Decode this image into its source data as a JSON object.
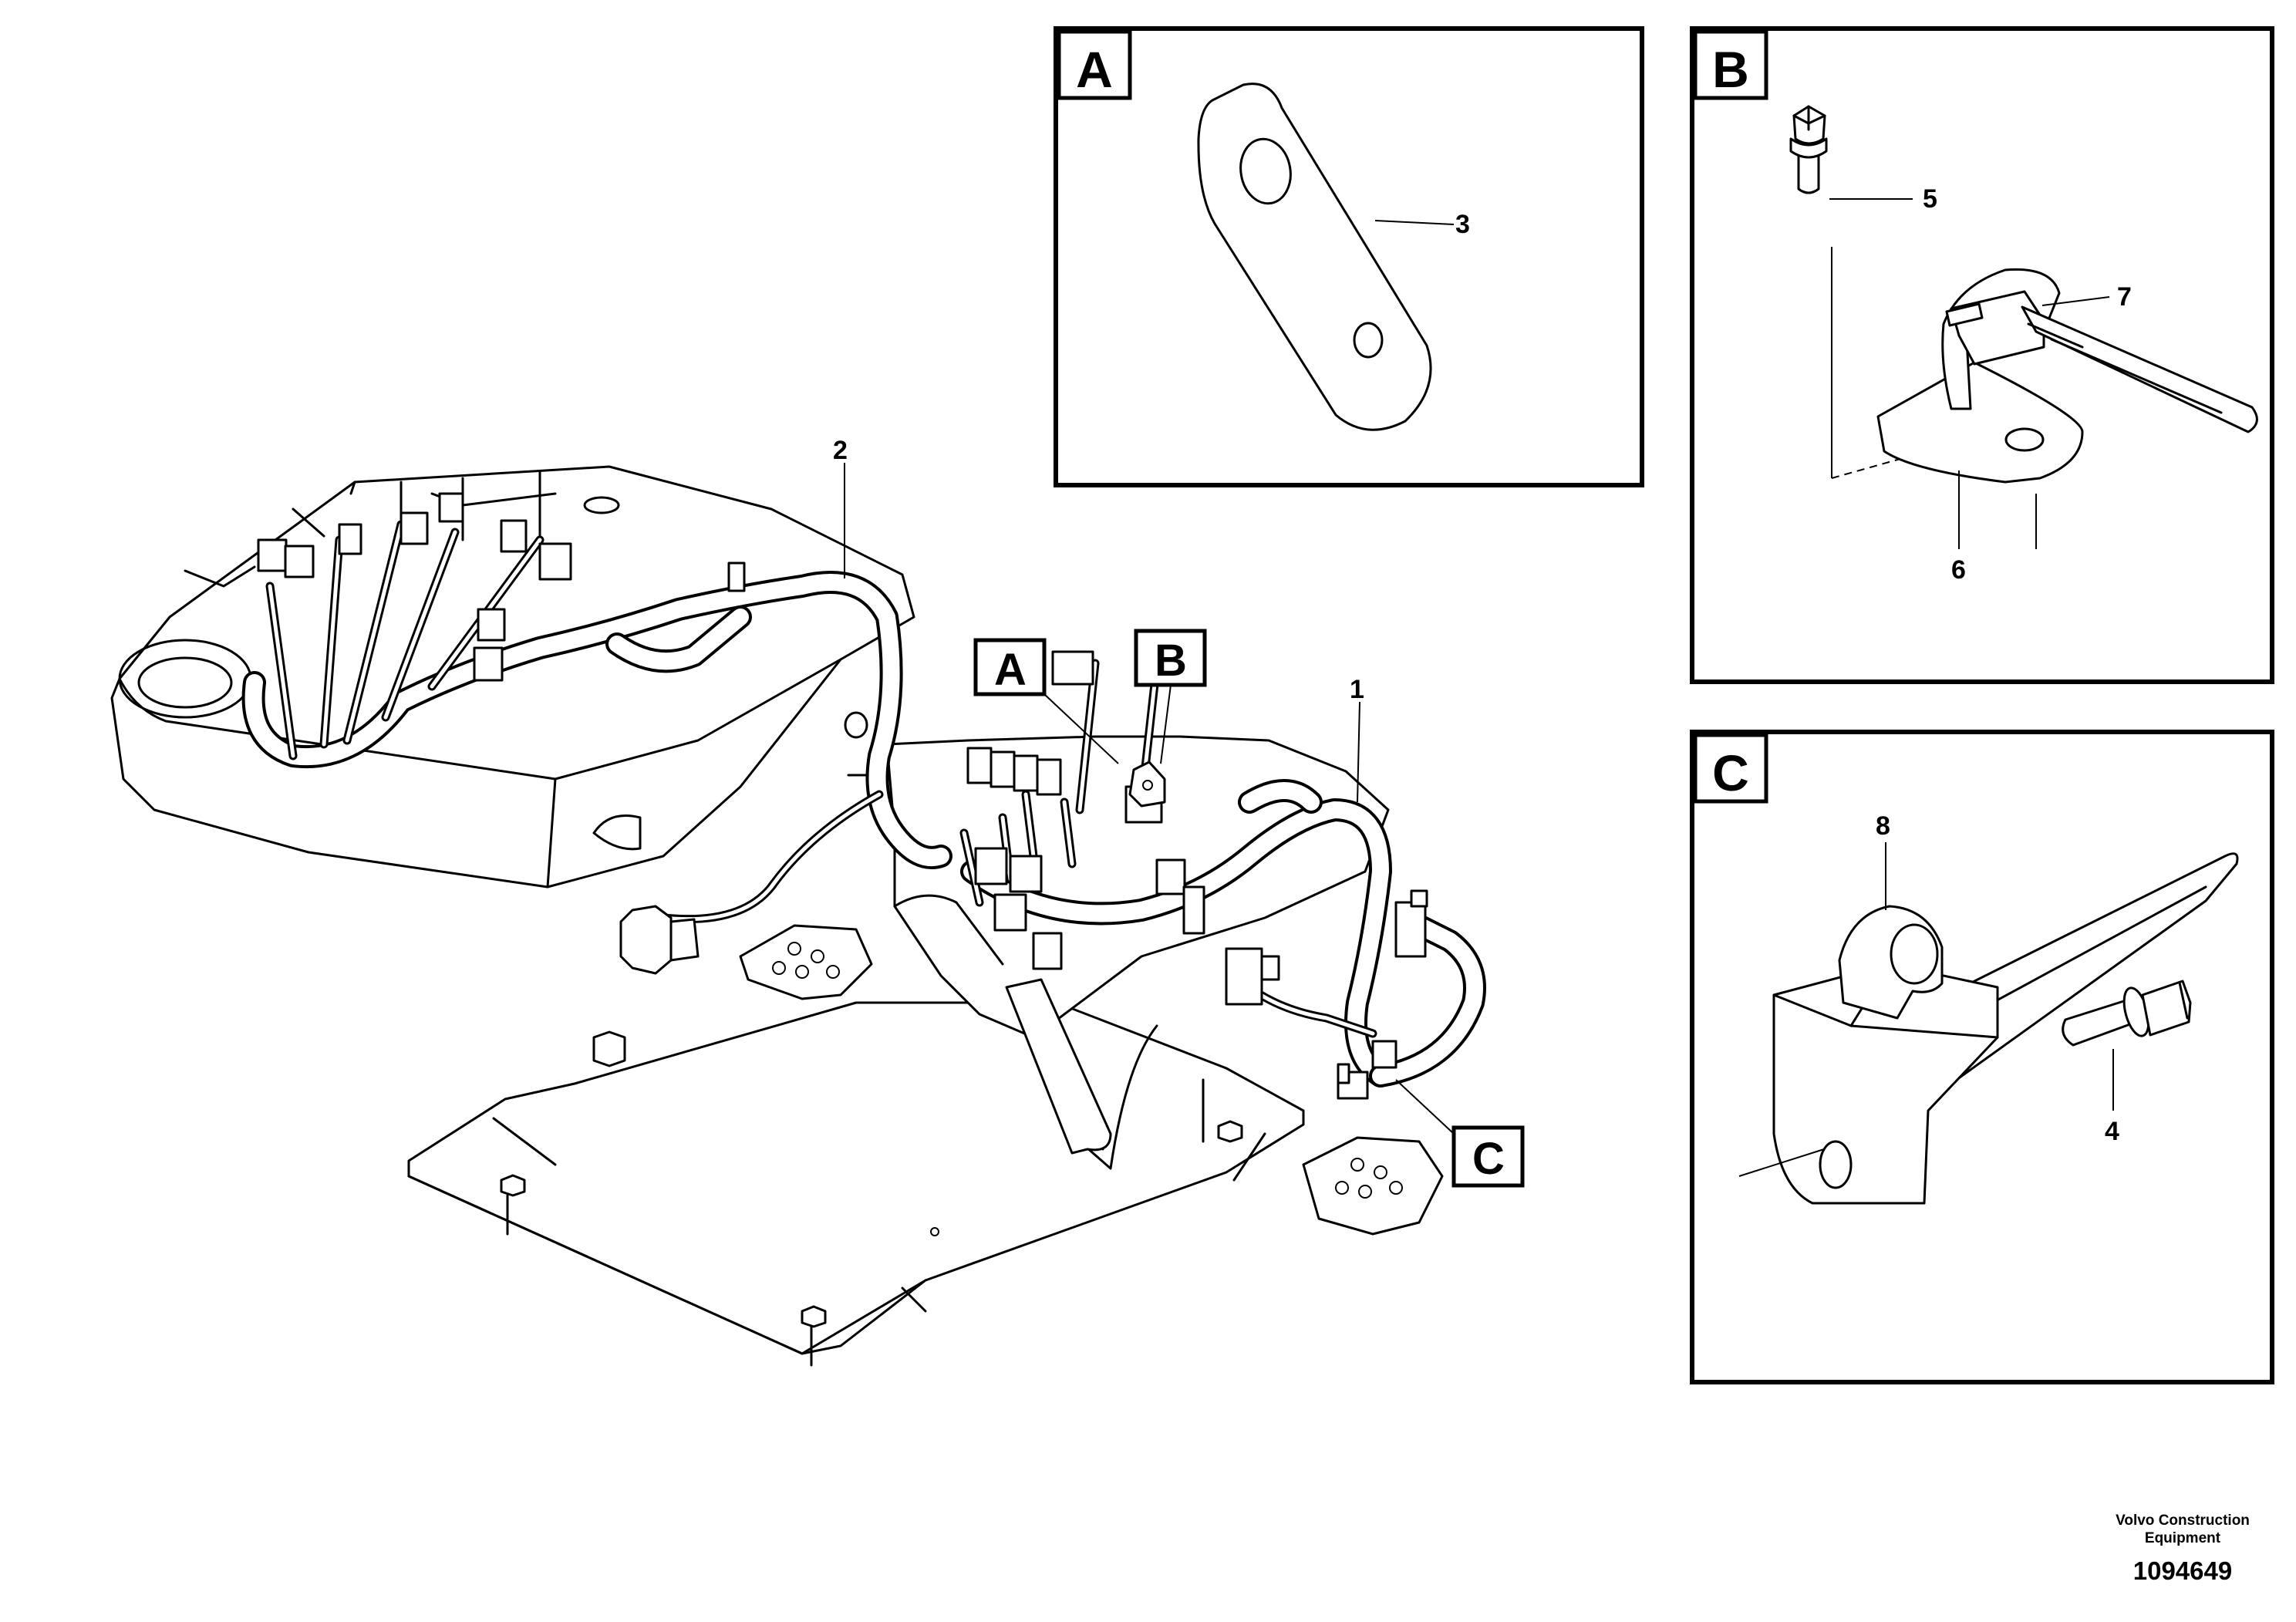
{
  "detail_views": [
    {
      "id": "A",
      "label": "A"
    },
    {
      "id": "B",
      "label": "B"
    },
    {
      "id": "C",
      "label": "C"
    }
  ],
  "callouts": {
    "main": [
      {
        "key": "harness-1",
        "label": "1"
      },
      {
        "key": "harness-2",
        "label": "2"
      }
    ],
    "main_refs": [
      "A",
      "B",
      "C"
    ],
    "detail_a": [
      {
        "key": "bracket-3",
        "label": "3"
      }
    ],
    "detail_b": [
      {
        "key": "bolt-5",
        "label": "5"
      },
      {
        "key": "clip-6",
        "label": "6"
      },
      {
        "key": "tie-7",
        "label": "7"
      }
    ],
    "detail_c": [
      {
        "key": "bolt-4",
        "label": "4"
      },
      {
        "key": "clip-8",
        "label": "8"
      }
    ]
  },
  "footer": {
    "company_line1": "Volvo Construction",
    "company_line2": "Equipment",
    "drawing_number": "1094649"
  }
}
